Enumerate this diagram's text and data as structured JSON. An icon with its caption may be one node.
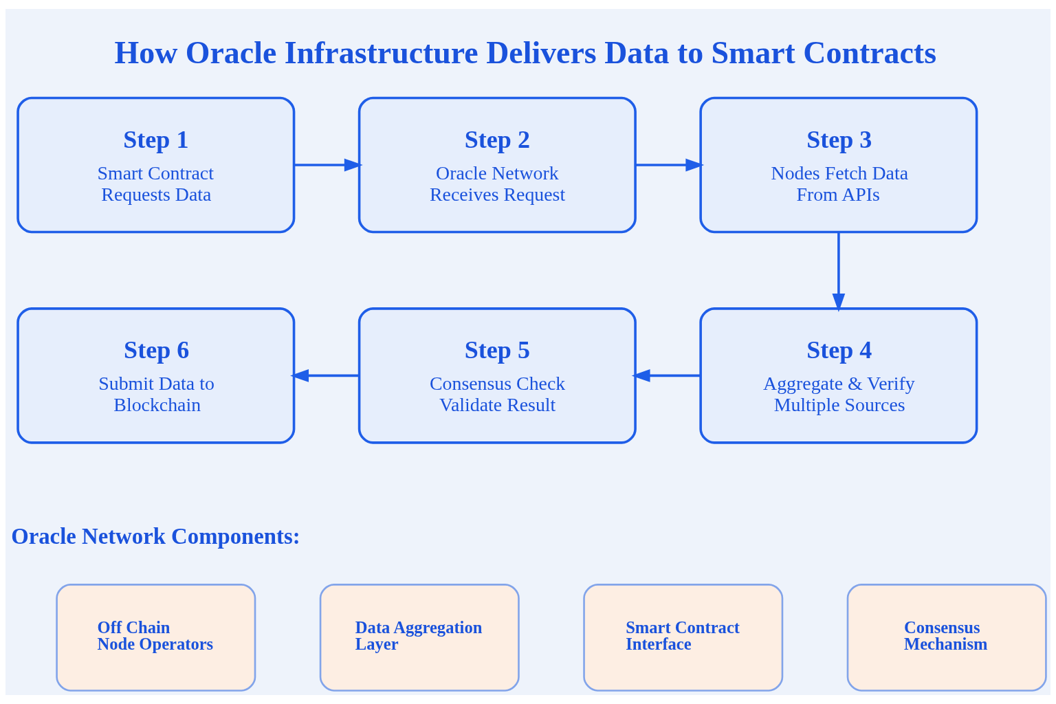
{
  "diagram": {
    "title": "How Oracle Infrastructure Delivers Data to Smart Contracts",
    "nodes": [
      {
        "text": [
          "Step 1",
          "Smart Contract Requests Data"
        ]
      },
      {
        "text": [
          "Step 2",
          "Oracle Network Receives Request"
        ]
      },
      {
        "text": [
          "Step 3",
          "Nodes Fetch Data From APIs"
        ]
      },
      {
        "text": [
          "Step 4",
          "Aggregate & Verify Multiple Sources"
        ]
      },
      {
        "text": [
          "Step 5",
          "Consensus Check Validate Result"
        ]
      },
      {
        "text": [
          "Step 6",
          "Submit Data to Blockchain"
        ]
      },
      {
        "text": [
          "Off Chain Node Operators"
        ]
      },
      {
        "text": [
          "Data Aggregation Layer"
        ]
      },
      {
        "text": [
          "Smart Contract Interface"
        ]
      },
      {
        "text": [
          "Consensus Mechanism"
        ]
      }
    ],
    "edges": [
      {
        "from": 0,
        "to": 1,
        "arrow": "to"
      },
      {
        "from": 1,
        "to": 2,
        "arrow": "to"
      },
      {
        "from": 2,
        "to": 3,
        "arrow": "to"
      },
      {
        "from": 3,
        "to": 4,
        "arrow": "to"
      },
      {
        "from": 4,
        "to": 5,
        "arrow": "to"
      }
    ],
    "labels": [
      "Oracle Network Components:"
    ]
  }
}
